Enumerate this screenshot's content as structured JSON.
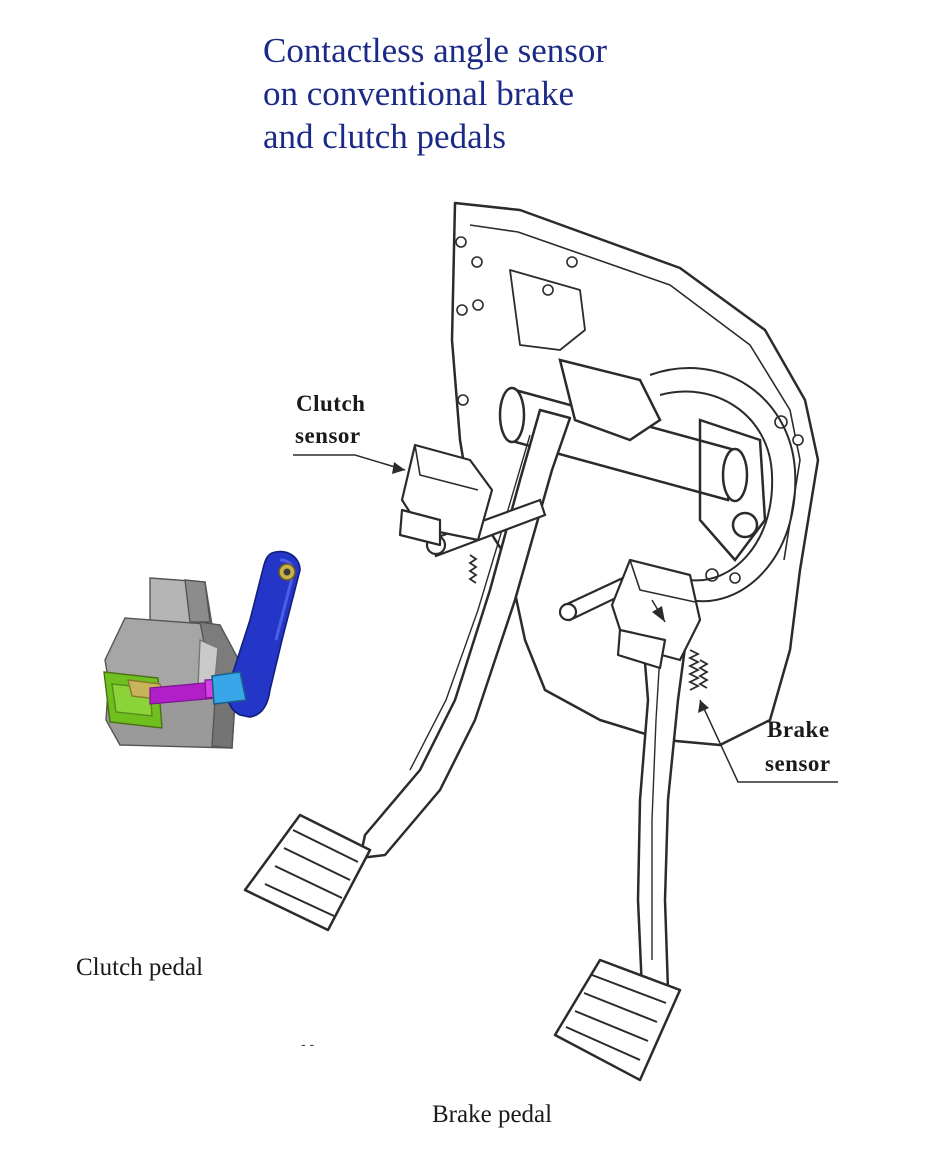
{
  "title": {
    "lines": [
      "Contactless angle sensor",
      "on conventional brake",
      "and clutch pedals"
    ]
  },
  "labels": {
    "clutch_sensor": [
      "Clutch",
      "sensor"
    ],
    "brake_sensor": [
      "Brake",
      "sensor"
    ],
    "clutch_pedal": "Clutch pedal",
    "brake_pedal": "Brake pedal",
    "stray_mark": "- -"
  },
  "colors": {
    "title": "#1b2a86",
    "linework": "#2b2b2b",
    "sensor_lever": "#2436c8",
    "sensor_shaft": "#b21fc8",
    "sensor_board": "#6fbf1f",
    "sensor_body": "#9a9a9a"
  }
}
